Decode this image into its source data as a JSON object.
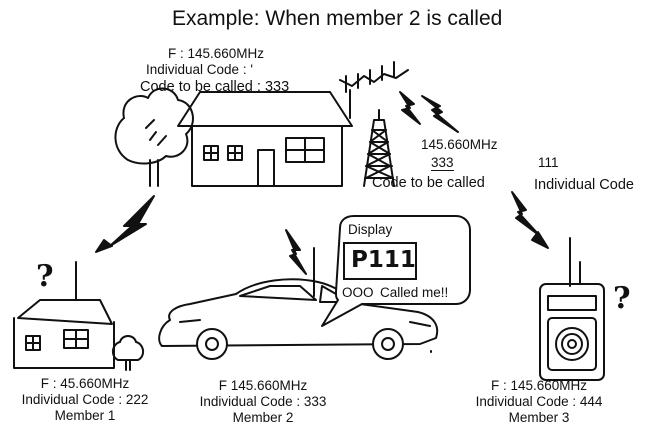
{
  "title": "Example: When member 2 is called",
  "base_station": {
    "frequency": "F : 145.660MHz",
    "individual_code": "Individual Code : '",
    "code_to_call": "Code to be called : 333"
  },
  "transmission": {
    "frequency": "145.660MHz",
    "code_to_call_value": "333",
    "individual_code_value": "111",
    "code_to_call_label": "Code to be called",
    "individual_code_label": "Individual Code"
  },
  "display": {
    "label": "Display",
    "screen_value": "P111",
    "indicator": "OOO",
    "message": "Called me!!"
  },
  "members": [
    {
      "frequency": "F : 45.660MHz",
      "individual_code": "Individual Code : 222",
      "name": "Member 1"
    },
    {
      "frequency": "F  145.660MHz",
      "individual_code": "Individual Code : 333",
      "name": "Member 2"
    },
    {
      "frequency": "F : 145.660MHz",
      "individual_code": "Individual Code : 444",
      "name": "Member 3"
    }
  ],
  "question_mark": "?"
}
